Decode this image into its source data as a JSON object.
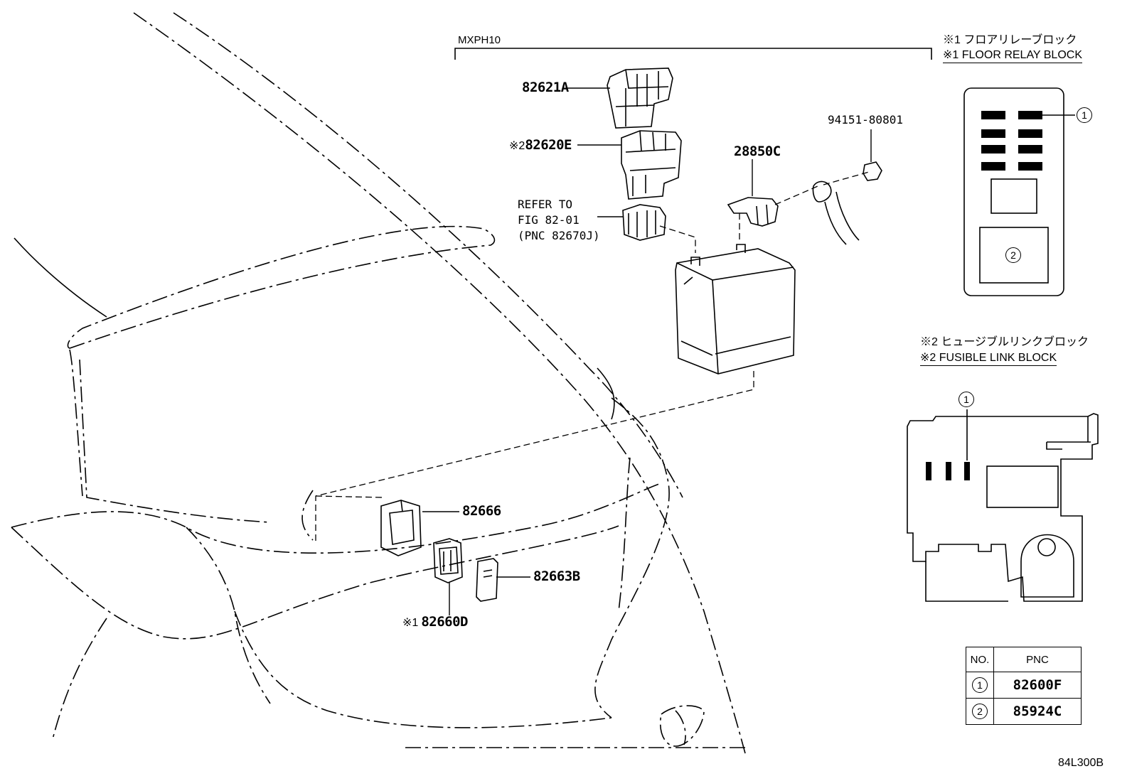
{
  "model_code": "MXPH10",
  "callouts": {
    "p82621a": "82621A",
    "p82620e_mark": "※2",
    "p82620e": "82620E",
    "refer_line1": "REFER TO",
    "refer_line2": "FIG 82-01",
    "refer_line3": "(PNC 82670J)",
    "p28850c": "28850C",
    "p94151": "94151-80801",
    "p82666": "82666",
    "p82663b": "82663B",
    "p82660d_mark": "※1",
    "p82660d": "82660D"
  },
  "note1": {
    "jp": "※1 フロアリレーブロック",
    "en": "※1 FLOOR RELAY BLOCK",
    "marker1": "1",
    "marker2": "2"
  },
  "note2": {
    "jp": "※2 ヒュージブルリンクブロック",
    "en": "※2 FUSIBLE LINK BLOCK",
    "marker1": "1"
  },
  "pnc_table": {
    "header_no": "NO.",
    "header_pnc": "PNC",
    "rows": [
      {
        "no": "1",
        "pnc": "82600F"
      },
      {
        "no": "2",
        "pnc": "85924C"
      }
    ]
  },
  "figure_code": "84L300B"
}
